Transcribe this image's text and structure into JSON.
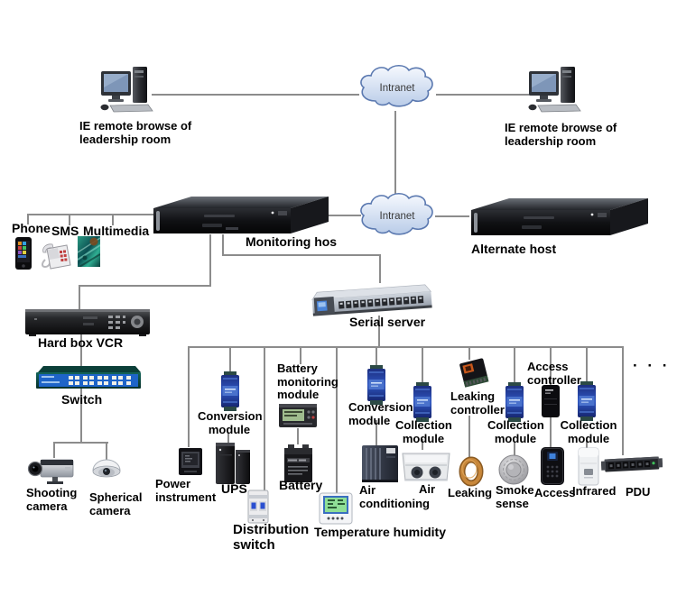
{
  "title": "Machine room monitoring system topology diagram",
  "colors": {
    "background": "#ffffff",
    "connector": "#8c8c8c",
    "label": "#000000",
    "cloud_fill": "#cfe0f6",
    "cloud_border": "#5b79b0",
    "module_blue": "#2247b2",
    "switch_front": "#1e64c8"
  },
  "labels": {
    "remote_left": "IE remote browse of\nleadership room",
    "remote_right": "IE remote browse of\nleadership room",
    "cloud_top": "Intranet",
    "cloud_mid": "Intranet",
    "monitoring_host": "Monitoring hos",
    "alternate_host": "Alternate host",
    "phone": "Phone",
    "sms": "SMS",
    "multimedia": "Multimedia",
    "hard_box_vcr": "Hard box VCR",
    "switch": "Switch",
    "shooting_camera": "Shooting\ncamera",
    "spherical_camera": "Spherical\ncamera",
    "serial_server": "Serial server",
    "power_instrument": "Power\ninstrument",
    "conversion_module_1": "Conversion\nmodule",
    "ups": "UPS",
    "distribution_switch": "Distribution\nswitch",
    "battery_monitoring_module": "Battery\nmonitoring\nmodule",
    "battery": "Battery",
    "temperature_humidity": "Temperature humidity",
    "conversion_module_2": "Conversion\nmodule",
    "air_conditioning": "Air\nconditioning",
    "collection_module_1": "Collection\nmodule",
    "air": "Air",
    "leaking_controller": "Leaking\ncontroller",
    "leaking": "Leaking",
    "collection_module_2": "Collection\nmodule",
    "smoke_sense": "Smoke\nsense",
    "access_controller": "Access\ncontroller",
    "access": "Access",
    "collection_module_3": "Collection\nmodule",
    "infrared": "Infrared",
    "pdu": "PDU",
    "ellipsis": "· · ·"
  }
}
